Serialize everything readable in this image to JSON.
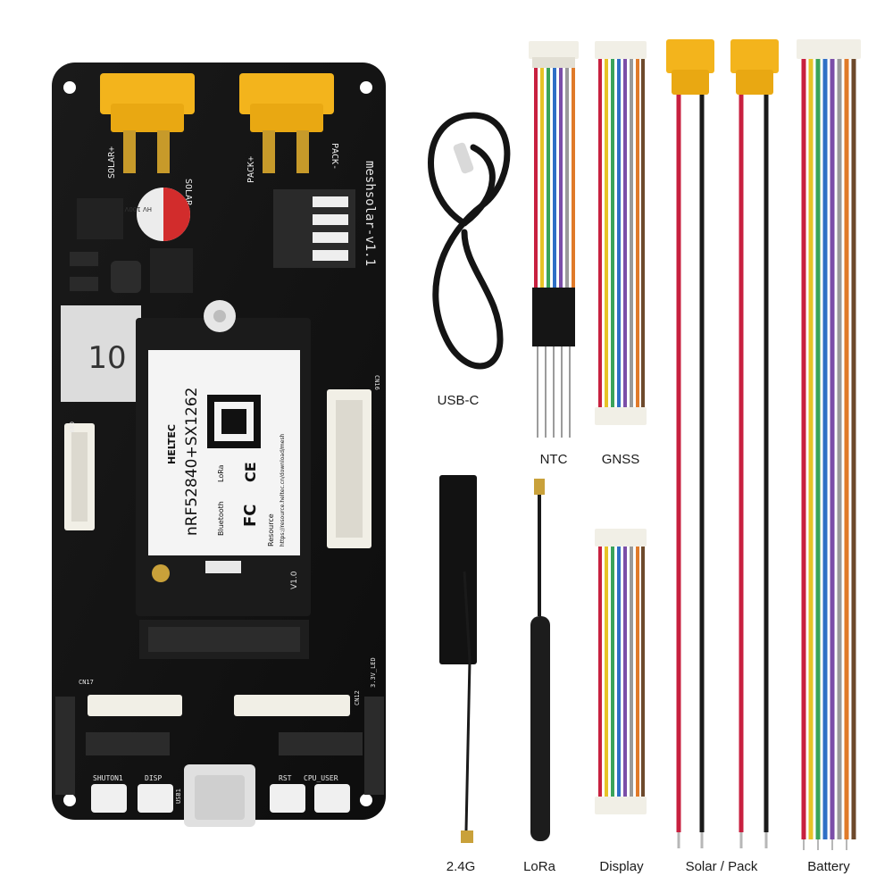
{
  "board": {
    "silk_title": "meshsolar-v1.1",
    "label_solar_plus": "SOLAR+",
    "label_solar_minus": "SOLAR-",
    "label_pack_plus": "PACK+",
    "label_pack_minus": "PACK-",
    "cap_text": "HV 100V 25V",
    "sticker_number": "10",
    "button_labels": [
      "SHUTON1",
      "DISP",
      "RST",
      "CPU_USER"
    ],
    "usb_label": "USB1",
    "label_3v3_led": "3.3V_LED",
    "cn_labels": [
      "CN9",
      "CN16",
      "CN17",
      "CN12"
    ]
  },
  "module": {
    "brand": "HELTEC",
    "model": "nRF52840+SX1262",
    "badges": [
      "Bluetooth",
      "LoRa"
    ],
    "resource_text": "Resource",
    "resource_url": "https://resource.heltec.cn/download/mesh",
    "fcc_mark": "FC",
    "ce_mark": "CE",
    "version": "V1.0"
  },
  "accessories": {
    "usb_c": "USB-C",
    "ntc": "NTC",
    "gnss": "GNSS",
    "antenna_24g": "2.4G",
    "lora": "LoRa",
    "display": "Display",
    "solar_pack": "Solar / Pack",
    "battery": "Battery"
  },
  "colors": {
    "pcb": "#121212",
    "xt_connector": "#f2b21a",
    "red_wire": "#c8203f",
    "black_wire": "#1a1a1a"
  }
}
